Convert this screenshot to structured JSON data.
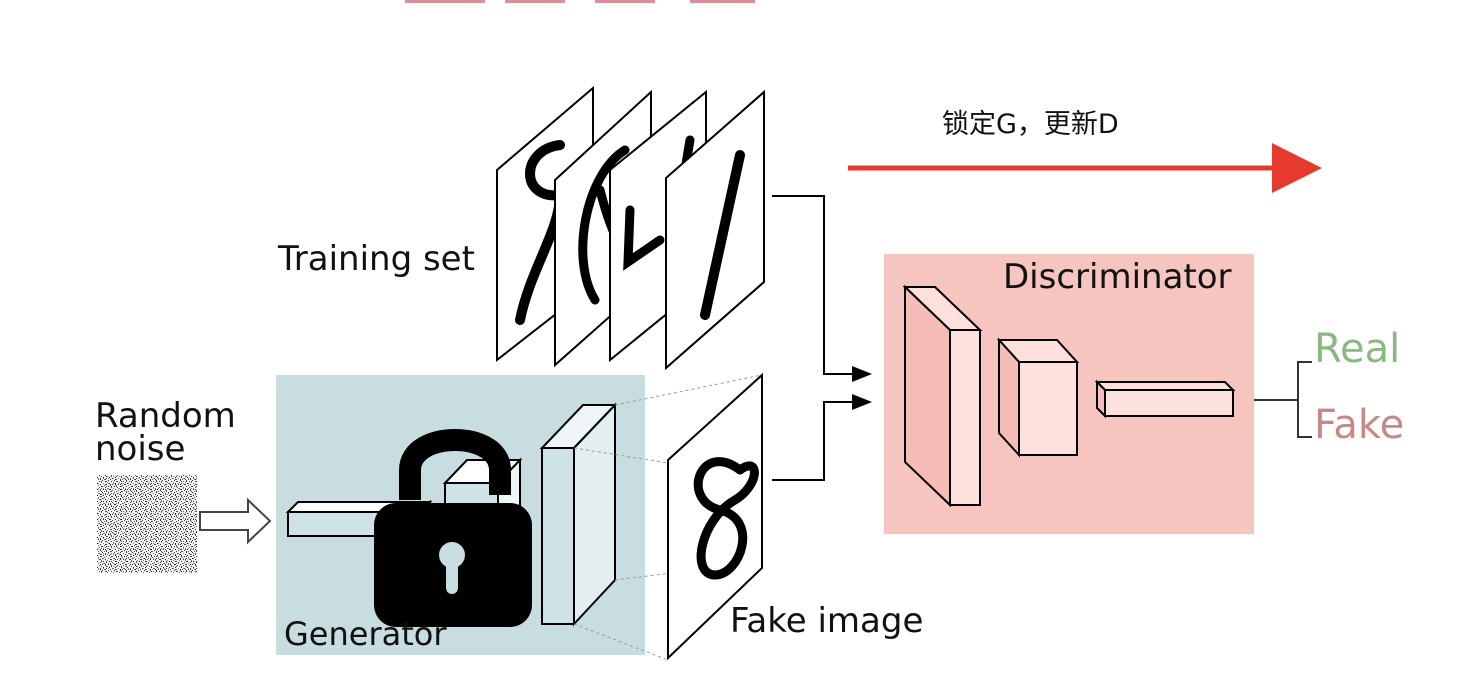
{
  "slide": {
    "colors": {
      "background": "#ffffff",
      "generator_box": "#c7dde0",
      "discriminator_box": "#f7c5bf",
      "arrow_red": "#e53b2c",
      "real_text": "#8ab882",
      "fake_text": "#c58a86",
      "ink": "#111111"
    }
  },
  "annotation": {
    "text": "锁定G，更新D"
  },
  "labels": {
    "training_set": "Training set",
    "random_noise_line1": "Random",
    "random_noise_line2": "noise",
    "generator": "Generator",
    "discriminator": "Discriminator",
    "fake_image": "Fake image",
    "real": "Real",
    "fake": "Fake"
  },
  "icons": {
    "lock": "lock-icon"
  }
}
